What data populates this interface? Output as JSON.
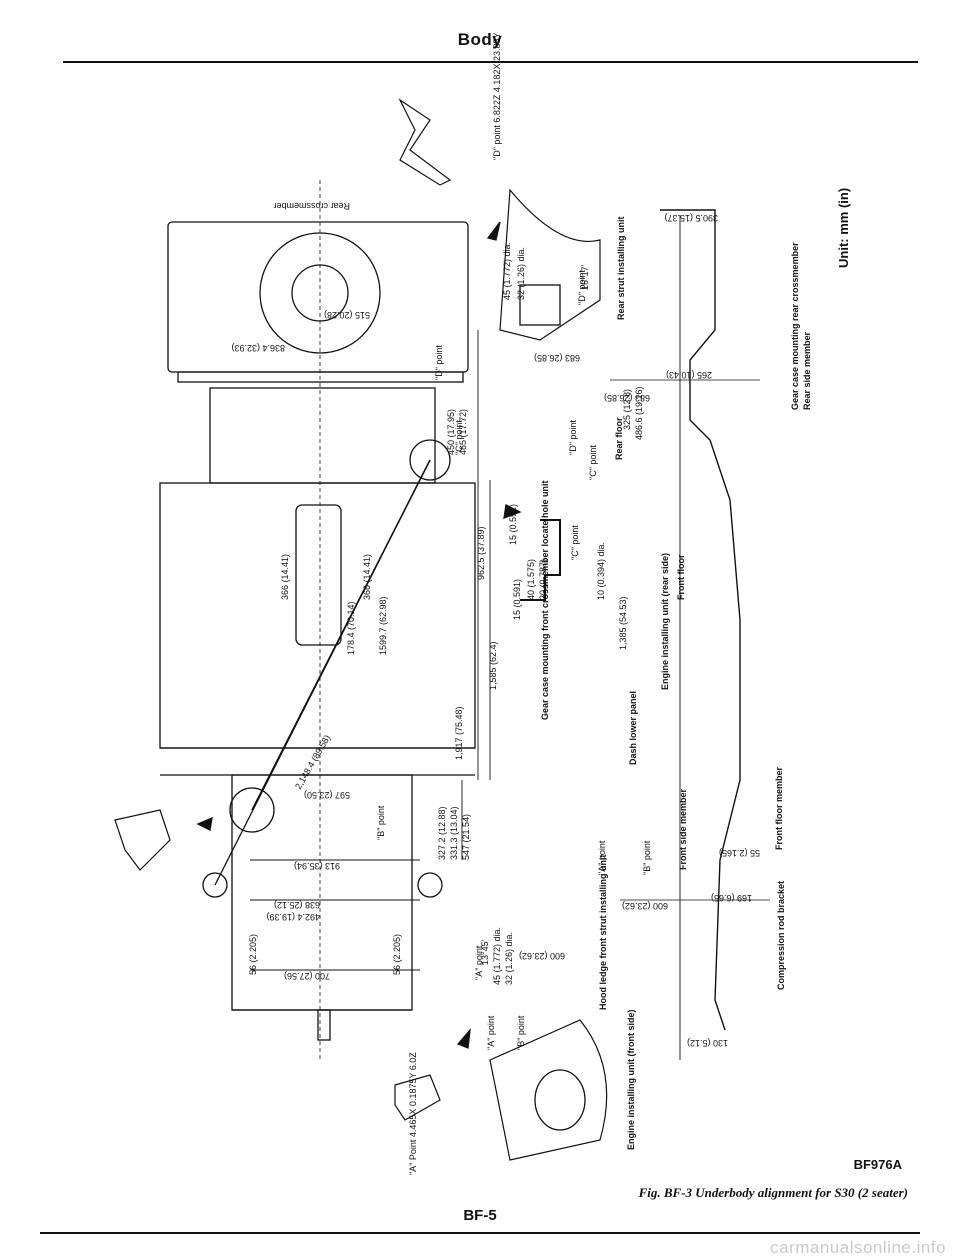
{
  "page": {
    "header": "Body",
    "page_number": "BF-5",
    "figure_code": "BF976A",
    "caption": "Fig. BF-3  Underbody alignment for S30 (2 seater)",
    "unit_note": "Unit: mm (in)",
    "watermark": "carmanualsonline.info"
  },
  "callouts": {
    "rear_crossmember": "Rear crossmember",
    "rear_strut_unit": "Rear strut installing unit",
    "d_point_label": "\"D\" point",
    "c_point_label": "\"C\" point",
    "rear_floor": "Rear floor",
    "gear_case_rear": "Gear case mounting rear crossmember",
    "rear_side_member": "Rear side member",
    "gear_case_front": "Gear case mounting front crossmember locate hole unit",
    "engine_installing": "Engine installing unit (rear side)",
    "front_floor": "Front floor",
    "dash_lower_panel": "Dash lower panel",
    "front_side_member": "Front side member",
    "b_point_label": "\"B\" point",
    "a_point_label": "\"A\" point",
    "hood_ledge": "Hood ledge front strut installing unit",
    "engine_front": "Engine installing unit (front side)",
    "front_floor_member": "Front floor member",
    "compression_rod": "Compression rod bracket",
    "a_point_spec": "\"A\" Point 4.465X 0.1875Y 6.0Z",
    "d_point_spec": "\"D\" point 6.822Z 4.182X 23.85Y"
  },
  "dimensions": {
    "d1": "836.4 (32.93)",
    "d2": "515 (20.28)",
    "d3": "450 (17.95)",
    "d4": "465 (17.72)",
    "d5": "962.5 (37.89)",
    "d6": "1,585 (62.4)",
    "d7": "1,917 (75.48)",
    "d8": "2,148.4 (89.58)",
    "d9": "1,385 (54.53)",
    "d10": "700 (27.56)",
    "d11": "600 (23.62)",
    "d12": "327.2 (12.88)",
    "d13": "331.3 (13.04)",
    "d14": "547 (21.54)",
    "d15": "366 (14.41)",
    "d16": "1599.7 (62.98)",
    "d17": "178.4 (70.14)",
    "d18": "913 (35.94)",
    "d19": "638 (25.12)",
    "d20": "492.4 (19.39)",
    "d21": "597 (23.50)",
    "d22": "56 (2.205)",
    "d23": "45 (1.772) dia.",
    "d24": "32 (1.26) dia.",
    "d25": "13°45'",
    "d26": "16°17'",
    "d27": "10 (0.394) dia.",
    "d28": "325 (12.8)",
    "d29": "486.6 (19.16)",
    "d30": "390.5 (15.37)",
    "d31": "130 (5.12)",
    "d32": "55 (2.165)",
    "d33": "169 (6.65)",
    "d34": "265 (10.43)",
    "d35": "683 (26.85)",
    "d36": "15 (0.591)",
    "d37": "40 (1.575)",
    "d38": "20 (0.787)"
  },
  "colors": {
    "ink": "#111111",
    "paper": "#ffffff",
    "watermark": "#c9c9c9"
  }
}
